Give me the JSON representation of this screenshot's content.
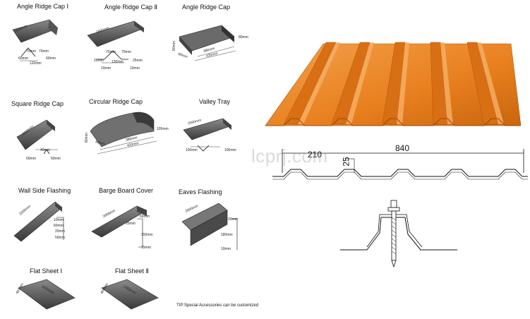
{
  "products": [
    {
      "title": "Angle Ridge Cap Ⅰ",
      "dims": [
        "2000mm",
        "70mm",
        "70mm",
        "60mm",
        "60mm",
        "120mm"
      ]
    },
    {
      "title": "Angle Ridge Cap Ⅱ",
      "dims": [
        "2000mm",
        "70mm",
        "70mm",
        "25mm",
        "25mm",
        "130mm",
        "10mm",
        "10mm"
      ]
    },
    {
      "title": "Angle Ridge Cap",
      "dims": [
        "80mm",
        "80mm",
        "380mm",
        "420mm",
        "80mm"
      ]
    },
    {
      "title": "Square Ridge Cap",
      "dims": [
        "2000mm",
        "40mm",
        "60mm",
        "60mm"
      ]
    },
    {
      "title": "Circular Ridge Cap",
      "dims": [
        "80mm",
        "380mm",
        "420mm",
        "80mm",
        "105mm"
      ]
    },
    {
      "title": "Valley Tray",
      "dims": [
        "2000mm",
        "100mm",
        "100mm"
      ]
    },
    {
      "title": "Wall Side Flashing",
      "dims": [
        "2000mm",
        "10mm",
        "60mm",
        "20mm",
        "50mm"
      ]
    },
    {
      "title": "Barge Board Cover",
      "dims": [
        "2000mm",
        "60mm",
        "25mm",
        "150mm",
        "15mm"
      ]
    },
    {
      "title": "Eaves Flashing",
      "dims": [
        "2000mm",
        "20mm",
        "180mm",
        "10mm"
      ]
    },
    {
      "title": "Flat Sheet Ⅰ",
      "dims": [
        "400mm",
        "2000mm"
      ]
    },
    {
      "title": "Flat Sheet Ⅱ",
      "dims": [
        "400mm",
        "1400mm"
      ]
    }
  ],
  "tip": "TIP:Special Accessories can be customized",
  "watermark": "lcprj.com",
  "panel": {
    "pitch": "210",
    "coverage": "840",
    "rib_height": "25",
    "color": "#E87F1E"
  }
}
